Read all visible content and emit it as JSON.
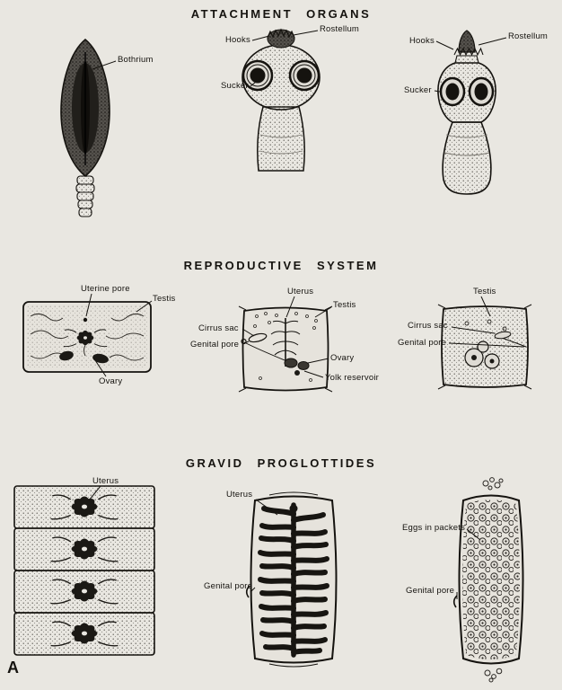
{
  "page": {
    "figure_marker": "A",
    "paper_color": "#e9e7e1",
    "ink_color": "#15130f"
  },
  "sections": {
    "attachment": {
      "title": "ATTACHMENT ORGANS",
      "figures": {
        "bothriate_scolex": {
          "labels": {
            "bothrium": "Bothrium"
          }
        },
        "hooked_scolex_front": {
          "labels": {
            "hooks": "Hooks",
            "rostellum": "Rostellum",
            "sucker": "Sucker"
          }
        },
        "hooked_scolex_side": {
          "labels": {
            "hooks": "Hooks",
            "rostellum": "Rostellum",
            "sucker": "Sucker"
          }
        }
      }
    },
    "reproductive": {
      "title": "REPRODUCTIVE SYSTEM",
      "figures": {
        "broad_proglottid": {
          "labels": {
            "uterine_pore": "Uterine pore",
            "testis": "Testis",
            "ovary": "Ovary"
          }
        },
        "taenia_proglottid": {
          "labels": {
            "uterus": "Uterus",
            "testis": "Testis",
            "cirrus_sac": "Cirrus sac",
            "genital_pore": "Genital pore",
            "ovary": "Ovary",
            "yolk_reservoir": "Yolk reservoir"
          }
        },
        "square_proglottid": {
          "labels": {
            "testis": "Testis",
            "cirrus_sac": "Cirrus sac",
            "genital_pore": "Genital pore"
          }
        }
      }
    },
    "gravid": {
      "title": "GRAVID PROGLOTTIDES",
      "figures": {
        "rosette_chain": {
          "labels": {
            "uterus": "Uterus"
          }
        },
        "branched_uterus": {
          "labels": {
            "uterus": "Uterus",
            "genital_pore": "Genital pore"
          }
        },
        "egg_packets": {
          "labels": {
            "eggs_in_packets": "Eggs in packets",
            "genital_pore": "Genital pore"
          }
        }
      }
    }
  }
}
